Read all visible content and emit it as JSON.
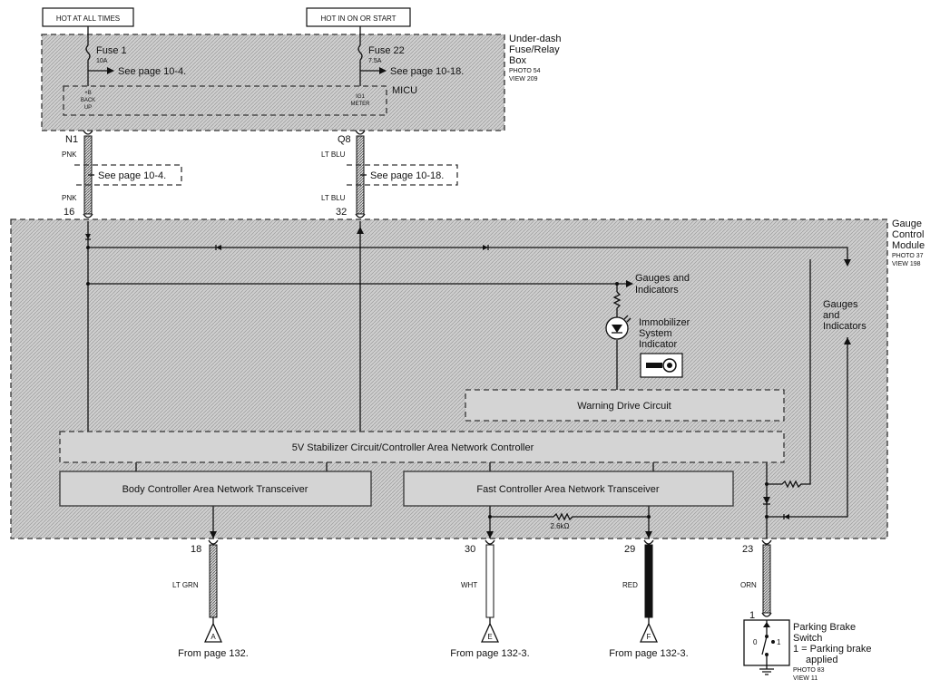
{
  "labels": {
    "hot_at_all_times": "HOT AT ALL TIMES",
    "hot_in_on": "HOT IN ON OR START"
  },
  "fusebox": {
    "name_1": "Under-dash",
    "name_2": "Fuse/Relay",
    "name_3": "Box",
    "photo": "PHOTO 54",
    "view": "VIEW 209",
    "micu": "MICU",
    "fuse1_name": "Fuse 1",
    "fuse1_rating": "10A",
    "fuse1_ref": "See page 10-4.",
    "fuse22_name": "Fuse 22",
    "fuse22_rating": "7.5A",
    "fuse22_ref": "See page 10-18.",
    "backup_1": "+B",
    "backup_2": "BACK",
    "backup_3": "UP",
    "ig1_1": "IG1",
    "ig1_2": "METER"
  },
  "wires_top": {
    "n1": "N1",
    "q8": "Q8",
    "pnk_a": "PNK",
    "pnk_b": "PNK",
    "ltblu_a": "LT BLU",
    "ltblu_b": "LT BLU",
    "ref_left": "See page 10-4.",
    "ref_right": "See page 10-18.",
    "pin16": "16",
    "pin32": "32"
  },
  "gcm": {
    "name_1": "Gauge",
    "name_2": "Control",
    "name_3": "Module",
    "photo": "PHOTO 37",
    "view": "VIEW 198",
    "gauges_mid_1": "Gauges and",
    "gauges_mid_2": "Indicators",
    "gauges_right_1": "Gauges",
    "gauges_right_2": "and",
    "gauges_right_3": "Indicators",
    "immob_1": "Immobilizer",
    "immob_2": "System",
    "immob_3": "Indicator",
    "warning": "Warning Drive Circuit",
    "stabilizer": "5V Stabilizer Circuit/Controller Area Network Controller",
    "body_can": "Body Controller Area Network Transceiver",
    "fast_can": "Fast Controller Area Network Transceiver",
    "resistor": "2.6kΩ"
  },
  "bottom": {
    "pin18": "18",
    "pin30": "30",
    "pin29": "29",
    "pin23": "23",
    "pin1": "1",
    "ltgrn": "LT GRN",
    "wht": "WHT",
    "red": "RED",
    "orn": "ORN",
    "conn_a": "A",
    "conn_e": "E",
    "conn_f": "F",
    "from_a": "From page 132.",
    "from_e": "From page 132-3.",
    "from_f": "From page 132-3."
  },
  "brake": {
    "name_1": "Parking Brake",
    "name_2": "Switch",
    "name_3": "1 = Parking brake",
    "name_4": "applied",
    "photo": "PHOTO 83",
    "view": "VIEW 11",
    "pos0": "0",
    "pos1": "1"
  }
}
